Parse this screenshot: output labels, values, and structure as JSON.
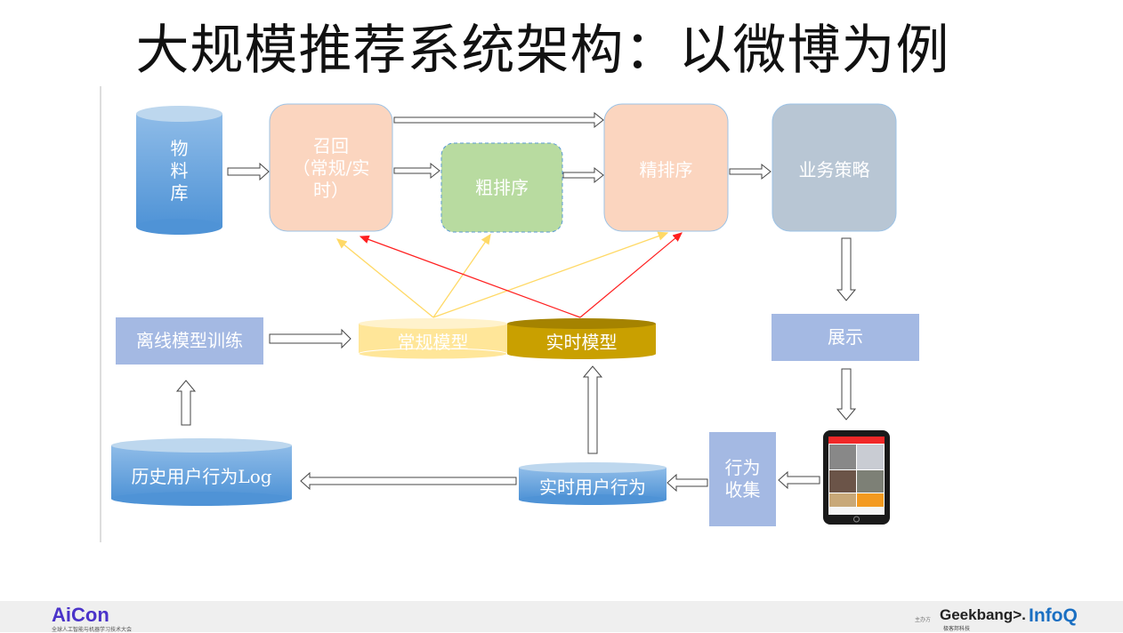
{
  "title": "大规模推荐系统架构：以微博为例",
  "nodes": {
    "material": "物\n料\n库",
    "recall": "召回\n（常规/实\n时）",
    "coarse_rank": "粗排序",
    "fine_rank": "精排序",
    "business": "业务策略",
    "display": "展示",
    "collect": "行为\n收集",
    "realtime_behavior": "实时用户行为",
    "history_log": "历史用户行为Log",
    "offline_training": "离线模型训练",
    "regular_model": "常规模型",
    "realtime_model": "实时模型"
  },
  "colors": {
    "peach": "#FBD5BF",
    "green": "#B8DBA0",
    "gray": "#B8C6D4",
    "lightblue": "#A4B9E3",
    "cylinder_blue": "#5B9BD5",
    "yellow": "#FFE699",
    "gold": "#C9A000",
    "red_line": "#FF2020",
    "yellow_line": "#FFD966"
  },
  "footer": {
    "left_logo": "AiCon",
    "left_sub": "全球人工智能与机器学习技术大会",
    "host": "主办方",
    "geek": "Geekbang>.",
    "geek_sub": "极客邦科技",
    "infoq": "InfoQ"
  }
}
